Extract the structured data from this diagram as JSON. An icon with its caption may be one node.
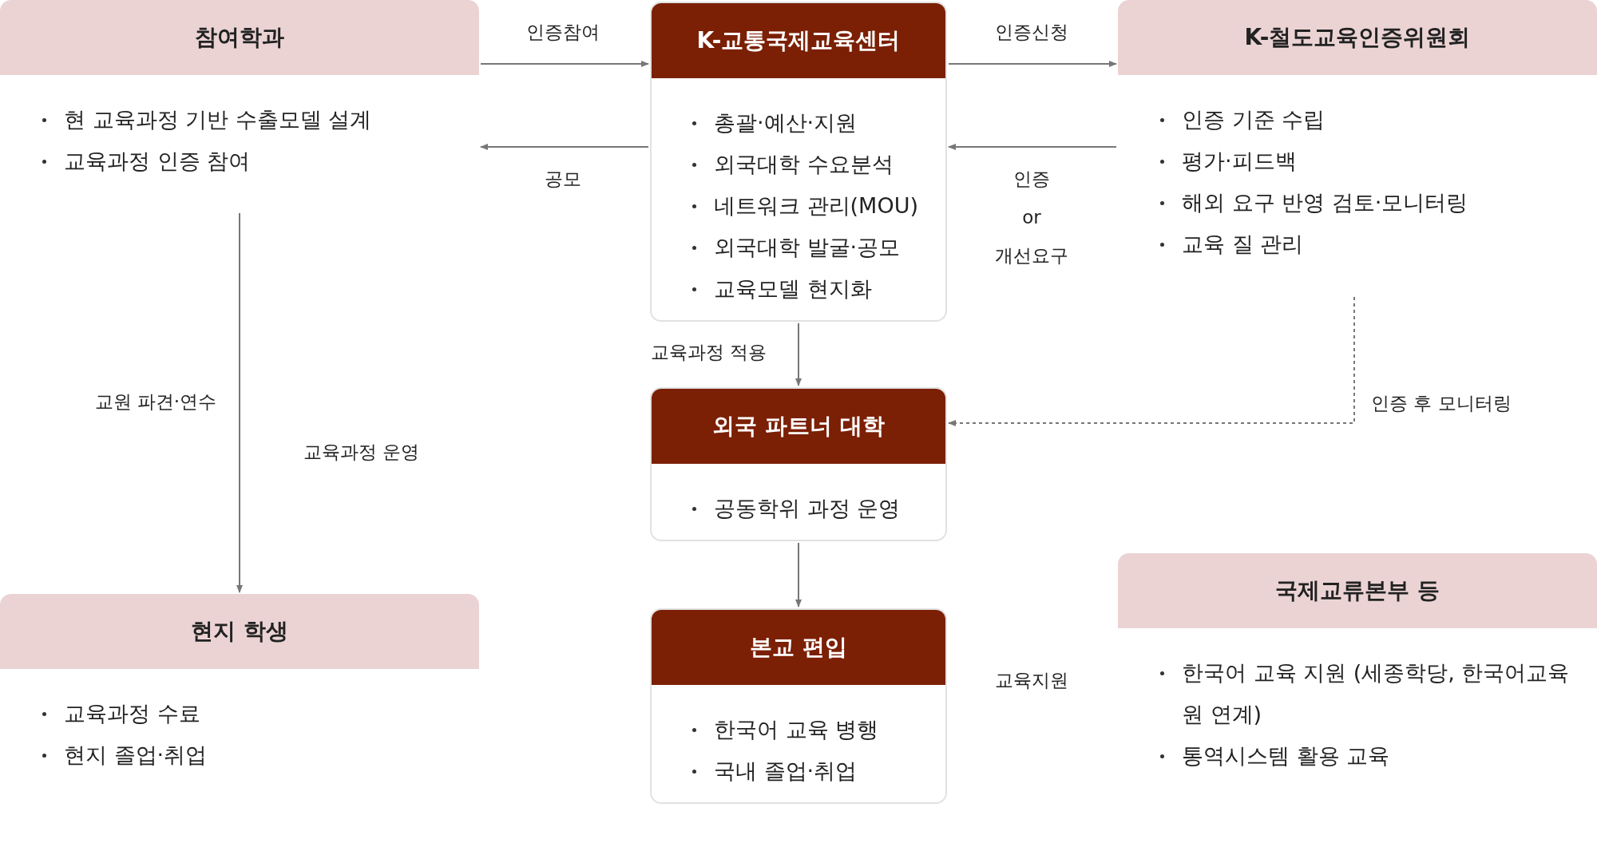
{
  "diagram": {
    "nodes": [
      {
        "text": [
          "참여학과",
          "현 교육과정 기반 수출모델 설계",
          "교육과정 인증 참여"
        ]
      },
      {
        "text": [
          "K-교통국제교육센터",
          "총괄·예산·지원",
          "외국대학 수요분석",
          "네트워크 관리(MOU)",
          "외국대학 발굴·공모",
          "교육모델 현지화"
        ]
      },
      {
        "text": [
          "K-철도교육인증위원회",
          "인증 기준 수립",
          "평가·피드백",
          "해외 요구 반영 검토·모니터링",
          "교육 질 관리"
        ]
      },
      {
        "text": [
          "외국 파트너 대학",
          "공동학위 과정 운영"
        ]
      },
      {
        "text": [
          "현지 학생",
          "교육과정 수료",
          "현지 졸업·취업"
        ]
      },
      {
        "text": [
          "본교 편입",
          "한국어 교육 병행",
          "국내 졸업·취업"
        ]
      },
      {
        "text": [
          "국제교류본부 등",
          "한국어 교육 지원 (세종학당, 한국어교육원 연계)",
          "통역시스템 활용 교육"
        ]
      }
    ],
    "edges": [
      {
        "from": 0,
        "to": 1,
        "arrow": "to",
        "label": "인증참여"
      },
      {
        "from": 1,
        "to": 0,
        "arrow": "to",
        "label": "공모"
      },
      {
        "from": 1,
        "to": 2,
        "arrow": "to",
        "label": "인증신청"
      },
      {
        "from": 2,
        "to": 1,
        "arrow": "to",
        "label": "인증 or 개선요구"
      },
      {
        "from": 1,
        "to": 3,
        "arrow": "to",
        "label": "교육과정 적용"
      },
      {
        "from": 2,
        "to": 3,
        "arrow": "to",
        "label": "인증 후 모니터링",
        "style": "dashed"
      },
      {
        "from": 0,
        "to": 4,
        "arrow": "to",
        "label": "교원 파견·연수"
      },
      {
        "from": 3,
        "to": 5,
        "arrow": "to"
      }
    ],
    "labels": [
      "교육과정 운영",
      "교육지원"
    ]
  }
}
